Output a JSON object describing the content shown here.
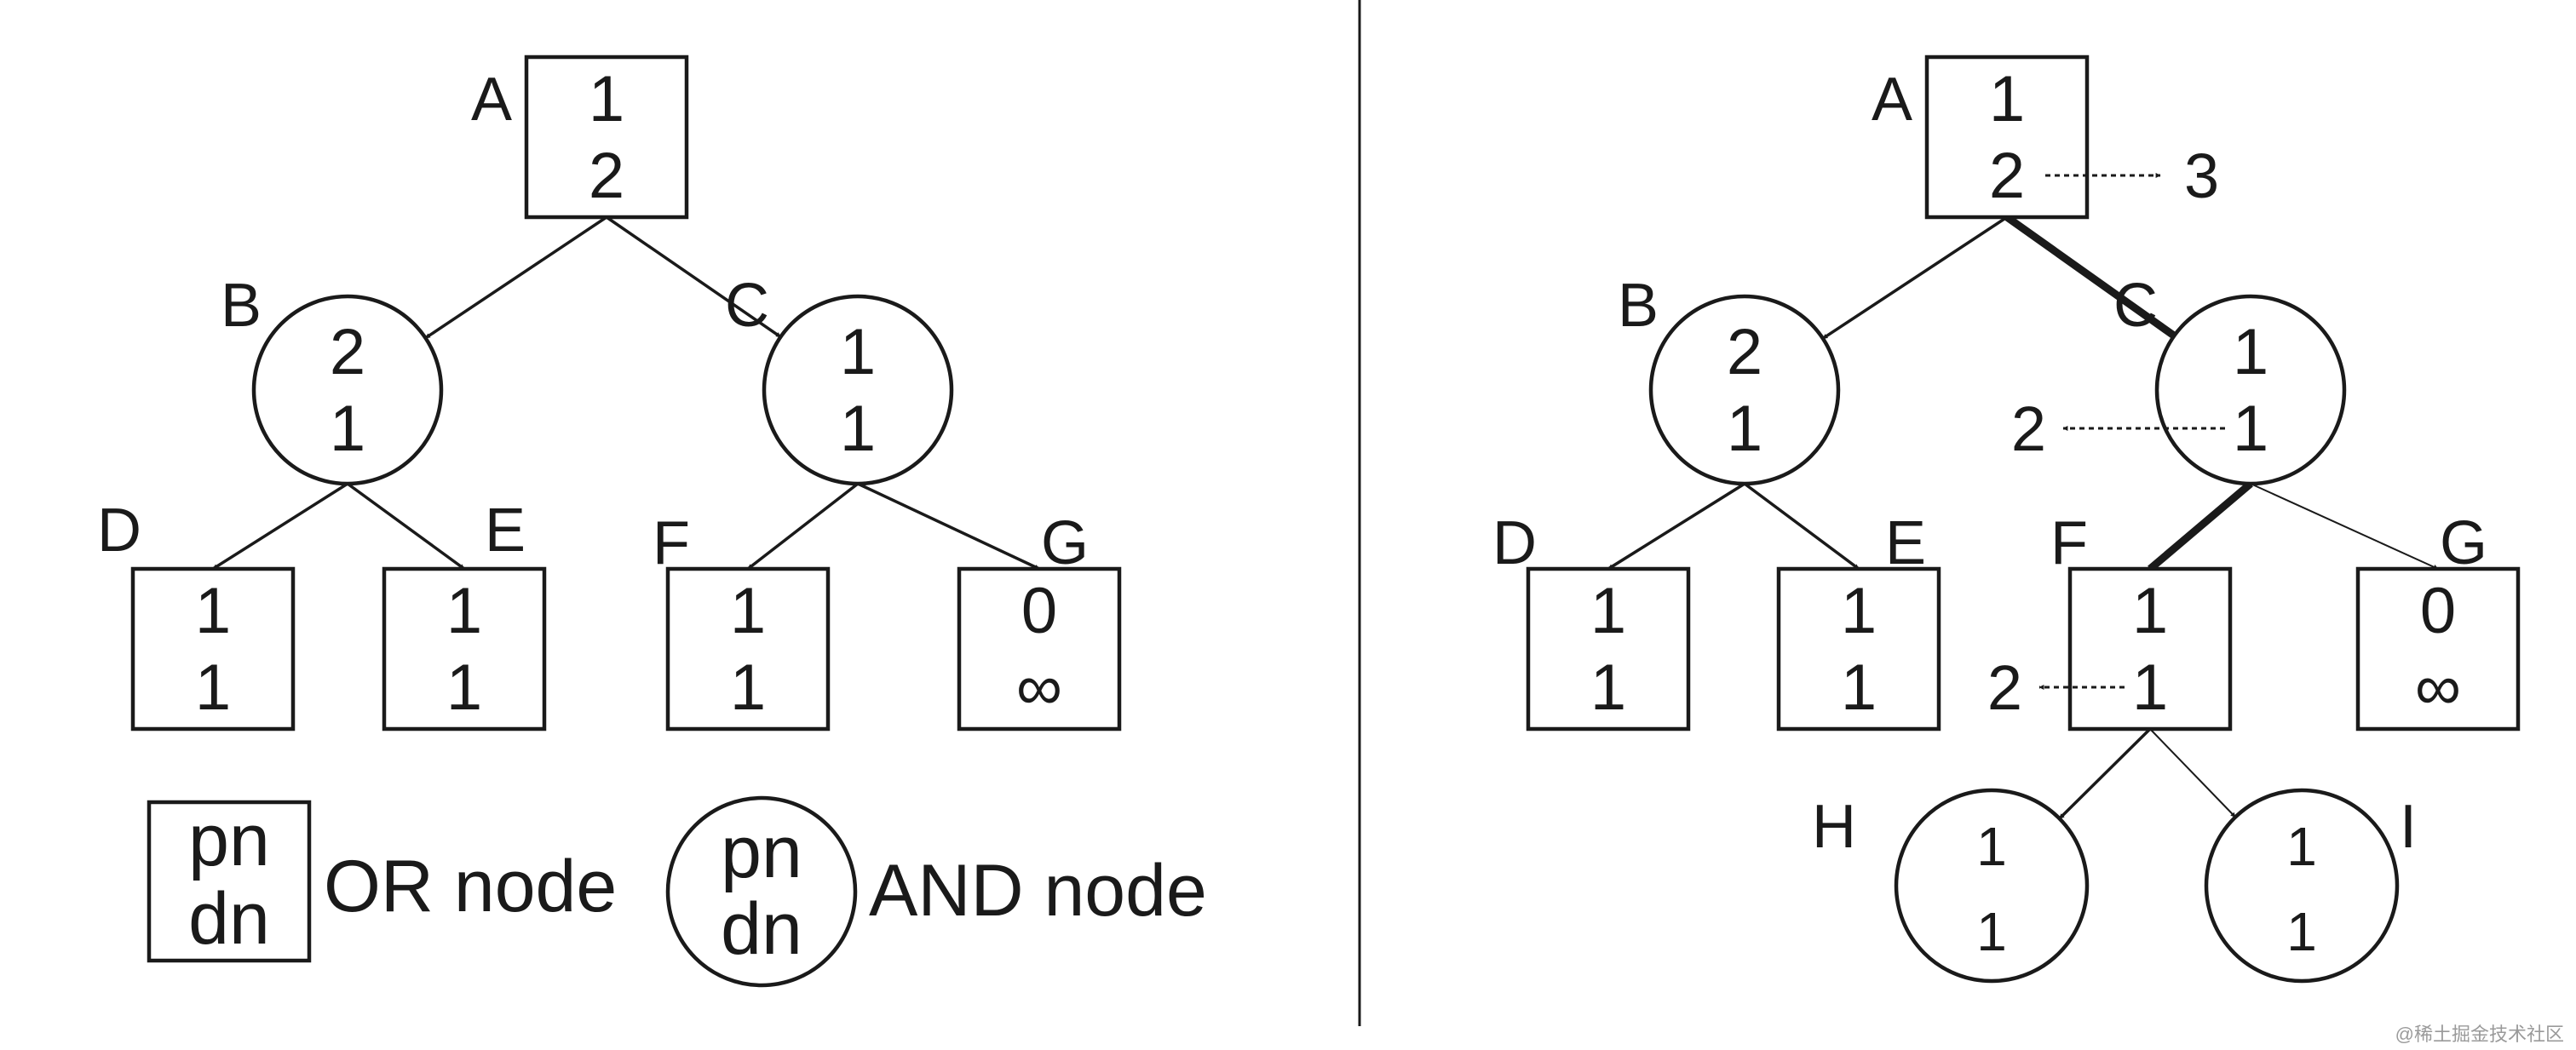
{
  "colors": {
    "ink": "#1a1a1a",
    "background": "#ffffff",
    "watermark": "#9a9a9a"
  },
  "left_tree": {
    "nodes": [
      {
        "id": "A",
        "label": "A",
        "type": "or",
        "pn": "1",
        "dn": "2"
      },
      {
        "id": "B",
        "label": "B",
        "type": "and",
        "pn": "2",
        "dn": "1"
      },
      {
        "id": "C",
        "label": "C",
        "type": "and",
        "pn": "1",
        "dn": "1"
      },
      {
        "id": "D",
        "label": "D",
        "type": "or",
        "pn": "1",
        "dn": "1"
      },
      {
        "id": "E",
        "label": "E",
        "type": "or",
        "pn": "1",
        "dn": "1"
      },
      {
        "id": "F",
        "label": "F",
        "type": "or",
        "pn": "1",
        "dn": "1"
      },
      {
        "id": "G",
        "label": "G",
        "type": "or",
        "pn": "0",
        "dn": "∞"
      }
    ],
    "edges": [
      {
        "from": "A",
        "to": "B"
      },
      {
        "from": "A",
        "to": "C"
      },
      {
        "from": "B",
        "to": "D"
      },
      {
        "from": "B",
        "to": "E"
      },
      {
        "from": "C",
        "to": "F"
      },
      {
        "from": "C",
        "to": "G"
      }
    ]
  },
  "right_tree": {
    "nodes": [
      {
        "id": "A",
        "label": "A",
        "type": "or",
        "pn": "1",
        "dn": "2"
      },
      {
        "id": "B",
        "label": "B",
        "type": "and",
        "pn": "2",
        "dn": "1"
      },
      {
        "id": "C",
        "label": "C",
        "type": "and",
        "pn": "1",
        "dn": "1"
      },
      {
        "id": "D",
        "label": "D",
        "type": "or",
        "pn": "1",
        "dn": "1"
      },
      {
        "id": "E",
        "label": "E",
        "type": "or",
        "pn": "1",
        "dn": "1"
      },
      {
        "id": "F",
        "label": "F",
        "type": "or",
        "pn": "1",
        "dn": "1"
      },
      {
        "id": "G",
        "label": "G",
        "type": "or",
        "pn": "0",
        "dn": "∞"
      },
      {
        "id": "H",
        "label": "H",
        "type": "and",
        "pn": "1",
        "dn": "1"
      },
      {
        "id": "I",
        "label": "I",
        "type": "and",
        "pn": "1",
        "dn": "1"
      }
    ],
    "edges": [
      {
        "from": "A",
        "to": "B",
        "style": "normal"
      },
      {
        "from": "A",
        "to": "C",
        "style": "bold"
      },
      {
        "from": "B",
        "to": "D",
        "style": "normal"
      },
      {
        "from": "B",
        "to": "E",
        "style": "normal"
      },
      {
        "from": "C",
        "to": "F",
        "style": "bold"
      },
      {
        "from": "C",
        "to": "G",
        "style": "thin"
      },
      {
        "from": "F",
        "to": "H",
        "style": "normal"
      },
      {
        "from": "F",
        "to": "I",
        "style": "thin"
      }
    ],
    "updates": [
      {
        "node": "A",
        "direction": "right",
        "value": "3"
      },
      {
        "node": "C",
        "direction": "left",
        "value": "2"
      },
      {
        "node": "F",
        "direction": "left",
        "value": "2"
      }
    ]
  },
  "legend": {
    "or_node": {
      "pn": "pn",
      "dn": "dn",
      "label": "OR node"
    },
    "and_node": {
      "pn": "pn",
      "dn": "dn",
      "label": "AND node"
    }
  },
  "watermark": "@稀土掘金技术社区"
}
